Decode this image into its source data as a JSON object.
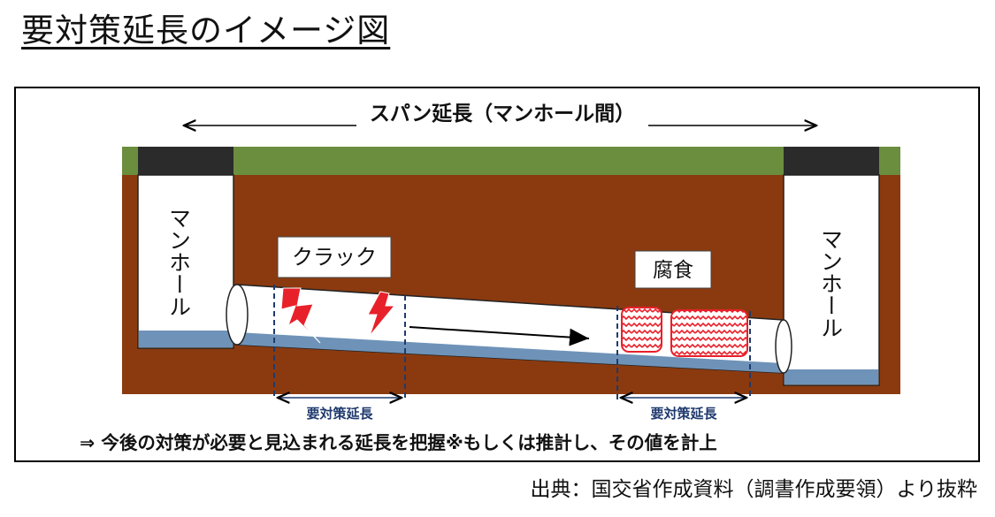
{
  "title": "要対策延長のイメージ図",
  "diagram": {
    "span_label": "スパン延長（マンホール間）",
    "manhole_left_label": "マンホール",
    "manhole_right_label": "マンホール",
    "crack_label": "クラック",
    "corrosion_label": "腐食",
    "countermeasure_label_left": "要対策延長",
    "countermeasure_label_right": "要対策延長",
    "footnote": "⇒ 今後の対策が必要と見込まれる延長を把握※もしくは推計し、その値を計上",
    "colors": {
      "grass": "#6b8e3e",
      "soil": "#8b3a0f",
      "lid": "#2b2b2b",
      "water": "#6f93b8",
      "hazard": "#e8202a",
      "dashed_line": "#1f3a6e"
    }
  },
  "source": "出典：国交省作成資料（調書作成要領）より抜粋"
}
